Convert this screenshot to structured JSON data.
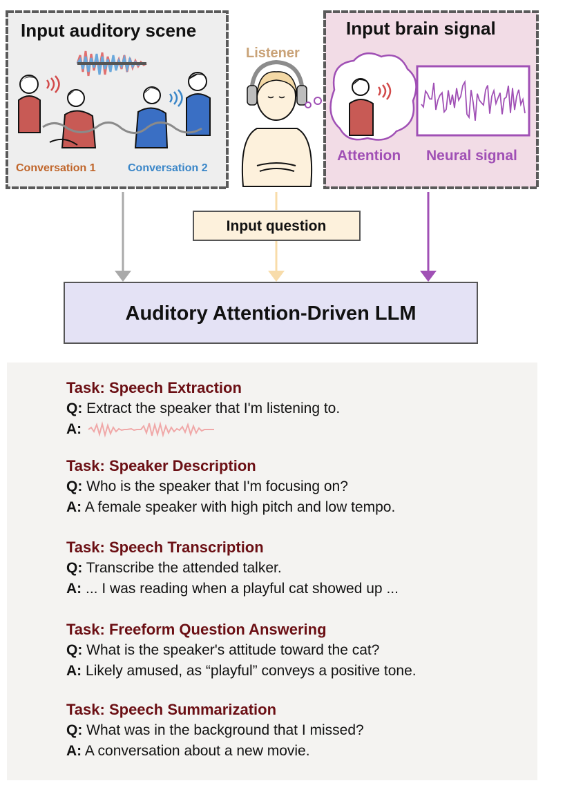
{
  "scene": {
    "title": "Input auditory scene",
    "conversation_1": "Conversation 1",
    "conversation_2": "Conversation 2"
  },
  "listener": {
    "label": "Listener"
  },
  "brain": {
    "title": "Input brain signal",
    "attention_label": "Attention",
    "neural_label": "Neural signal"
  },
  "question_box": {
    "label": "Input question"
  },
  "model": {
    "label": "Auditory Attention-Driven LLM"
  },
  "colors": {
    "scene_bg": "#eeeeee",
    "brain_bg": "#f2dce6",
    "purple": "#a050b5",
    "question_bg": "#fdf1dc",
    "question_arrow": "#f8dcaa",
    "llm_bg": "#e4e2f5",
    "task_title": "#6b0f14",
    "conv1": "#c0652a",
    "conv2": "#3a86c8"
  },
  "tasks": [
    {
      "title": "Task: Speech Extraction",
      "q_prefix": "Q:",
      "q": "Extract the speaker that I'm listening to.",
      "a_prefix": "A:",
      "a": ""
    },
    {
      "title": "Task: Speaker Description",
      "q_prefix": "Q:",
      "q": "Who is the speaker that I'm focusing on?",
      "a_prefix": "A:",
      "a": "A female speaker with high pitch and low tempo."
    },
    {
      "title": "Task: Speech Transcription",
      "q_prefix": "Q:",
      "q": "Transcribe the attended talker.",
      "a_prefix": "A:",
      "a": "... I was reading when a playful cat showed up ..."
    },
    {
      "title": "Task: Freeform Question Answering",
      "q_prefix": "Q:",
      "q": "What is the speaker's attitude toward the cat?",
      "a_prefix": "A:",
      "a": "Likely amused, as “playful” conveys a positive tone."
    },
    {
      "title": "Task: Speech Summarization",
      "q_prefix": "Q:",
      "q": "What was in the background that I missed?",
      "a_prefix": "A:",
      "a": "A conversation about a new movie."
    }
  ]
}
